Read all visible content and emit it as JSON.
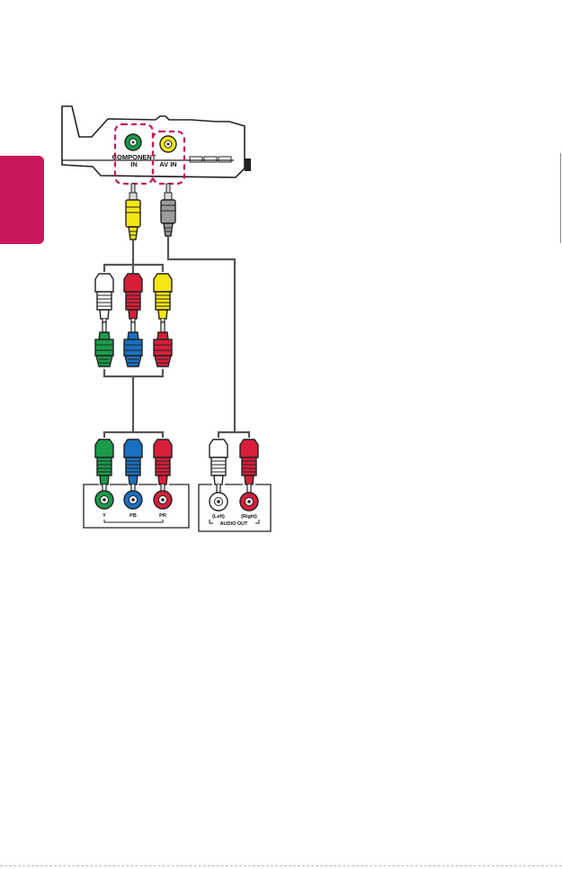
{
  "device": {
    "ports": [
      {
        "label_line1": "COMPONENT",
        "label_line2": "IN",
        "ring_color": "#1a9a4a"
      },
      {
        "label_line1": "AV IN",
        "label_line2": "",
        "ring_color": "#e4d600"
      }
    ]
  },
  "component_box": {
    "jacks": [
      {
        "label": "Y",
        "color": "#1a9a4a"
      },
      {
        "label": "PB",
        "color": "#1a6fc0"
      },
      {
        "label": "PR",
        "color": "#d71f3a"
      }
    ]
  },
  "audio_box": {
    "jacks": [
      {
        "label": "(Left)",
        "color": "#ffffff"
      },
      {
        "label": "(Right)",
        "color": "#d71f3a"
      }
    ],
    "group_label": "AUDIO OUT"
  },
  "colors": {
    "accent": "#c8175d",
    "highlight_dash": "#c8175d",
    "green": "#1a9a4a",
    "blue": "#1a6fc0",
    "red": "#d71f3a",
    "yellow": "#f5e616",
    "white": "#ffffff",
    "gray_plug": "#9a9a9a",
    "cable": "#555555"
  }
}
